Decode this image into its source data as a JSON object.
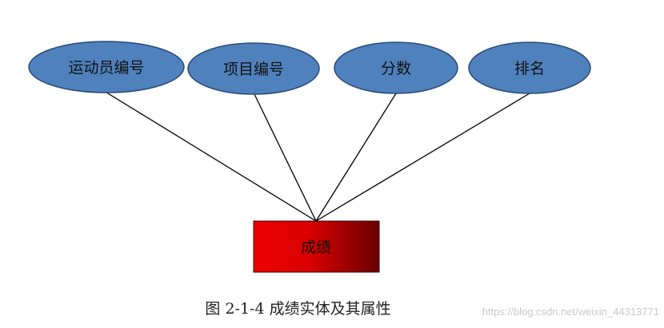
{
  "diagram": {
    "type": "er-entity-attributes",
    "entity": {
      "label": "成绩"
    },
    "attributes": [
      {
        "label": "运动员编号"
      },
      {
        "label": "项目编号"
      },
      {
        "label": "分数"
      },
      {
        "label": "排名"
      }
    ],
    "colors": {
      "attribute_fill": "#4f81bd",
      "attribute_stroke": "#2a4a7a",
      "entity_fill_start": "#f00000",
      "entity_fill_end": "#6a0000",
      "connector": "#000000"
    }
  },
  "caption": "图 2-1-4 成绩实体及其属性",
  "watermark": "https://blog.csdn.net/weixin_44313771"
}
